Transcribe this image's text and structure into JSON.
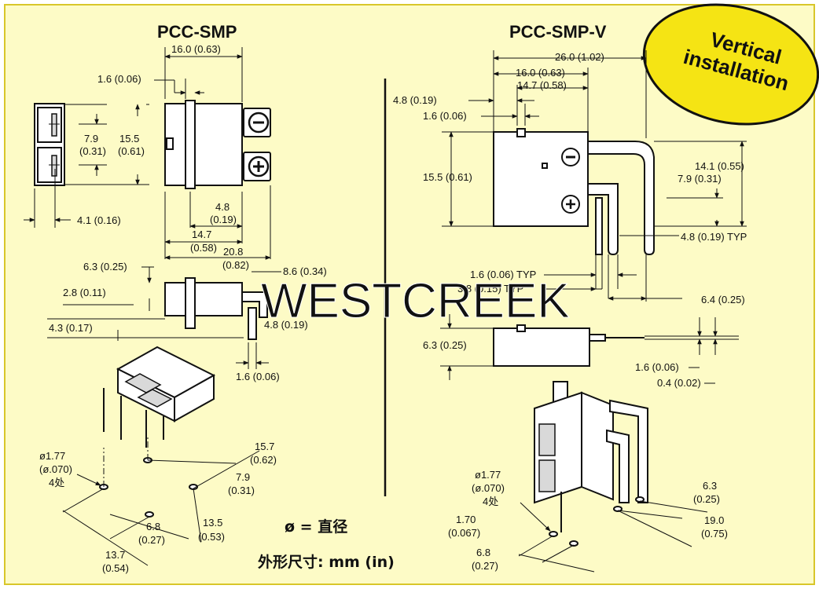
{
  "colors": {
    "panel_background": "#fdfbc6",
    "panel_border": "#d8c62a",
    "badge_fill": "#f5e414",
    "ink": "#111111"
  },
  "left": {
    "title": "PCC-SMP",
    "dim_16": "16.0 (0.63)",
    "dim_1_6_top": "1.6 (0.06)",
    "dim_7_9_a": "7.9",
    "dim_7_9_b": "(0.31)",
    "dim_15_5_a": "15.5",
    "dim_15_5_b": "(0.61)",
    "dim_4_1": "4.1 (0.16)",
    "dim_4_8_a": "4.8",
    "dim_4_8_b": "(0.19)",
    "dim_14_7_a": "14.7",
    "dim_14_7_b": "(0.58)",
    "dim_20_8_a": "20.8",
    "dim_20_8_b": "(0.82)",
    "dim_6_3": "6.3 (0.25)",
    "dim_8_6": "8.6 (0.34)",
    "dim_2_8": "2.8 (0.11)",
    "dim_4_3": "4.3 (0.17)",
    "dim_4_8_side": "4.8 (0.19)",
    "dim_1_6_bottom": "1.6 (0.06)",
    "hole_dia_a": "ø1.77",
    "hole_dia_b": "(ø.070)",
    "hole_dia_c": "4处",
    "dim_15_7_a": "15.7",
    "dim_15_7_b": "(0.62)",
    "dim_7_9_fp_a": "7.9",
    "dim_7_9_fp_b": "(0.31)",
    "dim_6_8_a": "6.8",
    "dim_6_8_b": "(0.27)",
    "dim_13_5_a": "13.5",
    "dim_13_5_b": "(0.53)",
    "dim_13_7_a": "13.7",
    "dim_13_7_b": "(0.54)"
  },
  "right": {
    "title": "PCC-SMP-V",
    "dim_26": "26.0 (1.02)",
    "dim_16": "16.0 (0.63)",
    "dim_14_7": "14.7 (0.58)",
    "dim_4_8_top": "4.8 (0.19)",
    "dim_1_6_top": "1.6 (0.06)",
    "dim_15_5": "15.5 (0.61)",
    "dim_14_1": "14.1 (0.55)",
    "dim_7_9": "7.9 (0.31)",
    "dim_4_8_typ": "4.8 (0.19) TYP",
    "dim_1_6_typ": "1.6 (0.06) TYP",
    "dim_3_8_typ": "3.8 (0.15) TYP",
    "dim_6_4": "6.4 (0.25)",
    "dim_6_3": "6.3 (0.25)",
    "dim_1_6_bottom": "1.6 (0.06)",
    "dim_0_4": "0.4 (0.02)",
    "hole_dia_a": "ø1.77",
    "hole_dia_b": "(ø.070)",
    "hole_dia_c": "4处",
    "dim_1_70_a": "1.70",
    "dim_1_70_b": "(0.067)",
    "dim_6_8_a": "6.8",
    "dim_6_8_b": "(0.27)",
    "dim_6_3_fp_a": "6.3",
    "dim_6_3_fp_b": "(0.25)",
    "dim_19_a": "19.0",
    "dim_19_b": "(0.75)"
  },
  "badge": {
    "line1": "Vertical",
    "line2": "installation"
  },
  "legend": {
    "diameter": "ø = 直径",
    "units": "外形尺寸:  mm (in)"
  },
  "watermark": "WESTCREEK",
  "icons": {
    "minus": "minus-circle-icon",
    "plus": "plus-circle-icon"
  }
}
